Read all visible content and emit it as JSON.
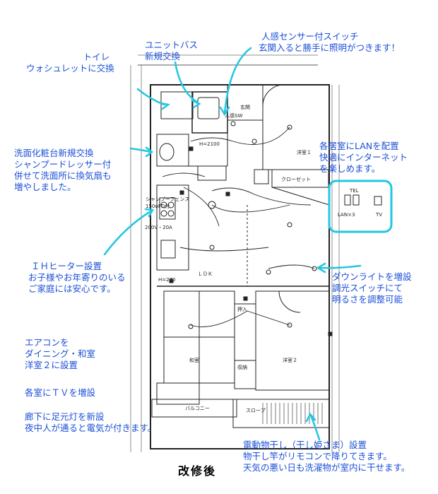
{
  "title": "改修後",
  "annotations": {
    "toilet": [
      "トイレ",
      "ウォシュレットに交換"
    ],
    "unit_bath": [
      "ユニットバス",
      "新規交換"
    ],
    "sensor_switch": [
      "人感センサー付スイッチ",
      "玄関入ると勝手に照明がつきます！"
    ],
    "washroom": [
      "洗面化粧台新規交換",
      "シャンプードレッサー付",
      "併せて洗面所に換気扇も",
      "増やしました。"
    ],
    "lan": [
      "各居室にLANを配置",
      "快適にインターネット",
      "を楽しめます。"
    ],
    "ih_heater": [
      "ＩＨヒーター設置",
      "お子様やお年寄りのいる",
      "ご家庭には安心です。"
    ],
    "downlight": [
      "ダウンライトを増設",
      "調光スイッチにて",
      "明るさを調整可能"
    ],
    "aircon": [
      "エアコンを",
      "ダイニング・和室",
      "洋室２に設置"
    ],
    "tv": [
      "各室にＴＶを増設"
    ],
    "footlight": [
      "廊下に足元灯を新設",
      "夜中人が通ると電気が付きます。"
    ],
    "drying_pole": [
      "電動物干し（干し姫さま）設置",
      "物干し竿がリモコンで降りてきます。",
      "天気の悪い日も洗濯物が室内に干せます。"
    ]
  },
  "plan_labels": {
    "ldk": "ＬＤＫ",
    "washitsu": "和室",
    "yoshitsu1": "洋室１",
    "yoshitsu2": "洋室２",
    "oshiire": "押入",
    "shuno": "収納",
    "genkan": "玄関",
    "closet": "クローゼット",
    "balcony": "バルコニー",
    "slope": "スロープ",
    "jinkan_sw": "人感SW",
    "lan_label": "LAN×3",
    "tv_label": "TV",
    "tel_label": "TEL",
    "shampoo_label": "シャンプーフェンス",
    "breaker": "200V・20A",
    "h2100": "H=2100",
    "h270": "H=270",
    "ih_note": "150φFD付"
  },
  "colors": {
    "annotation": "#1b4fd8",
    "arrow": "#22c6e0",
    "plan_line": "#222222"
  }
}
